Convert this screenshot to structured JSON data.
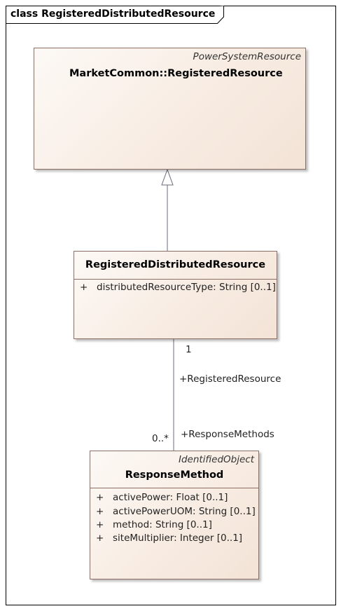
{
  "diagram": {
    "frame_title": "class RegisteredDistributedResource"
  },
  "classes": {
    "registered_resource": {
      "stereotype": "PowerSystemResource",
      "name": "MarketCommon::RegisteredResource"
    },
    "registered_distributed_resource": {
      "name": "RegisteredDistributedResource",
      "attributes": [
        {
          "visibility": "+",
          "text": "distributedResourceType: String [0..1]"
        }
      ]
    },
    "response_method": {
      "stereotype": "IdentifiedObject",
      "name": "ResponseMethod",
      "attributes": [
        {
          "visibility": "+",
          "text": "activePower: Float [0..1]"
        },
        {
          "visibility": "+",
          "text": "activePowerUOM: String [0..1]"
        },
        {
          "visibility": "+",
          "text": "method: String [0..1]"
        },
        {
          "visibility": "+",
          "text": "siteMultiplier: Integer [0..1]"
        }
      ]
    }
  },
  "association": {
    "source_multiplicity": "1",
    "source_role": "+RegisteredResource",
    "target_multiplicity": "0..*",
    "target_role": "+ResponseMethods"
  },
  "colors": {
    "border": "#8c6e64",
    "line": "#6b6b80"
  }
}
